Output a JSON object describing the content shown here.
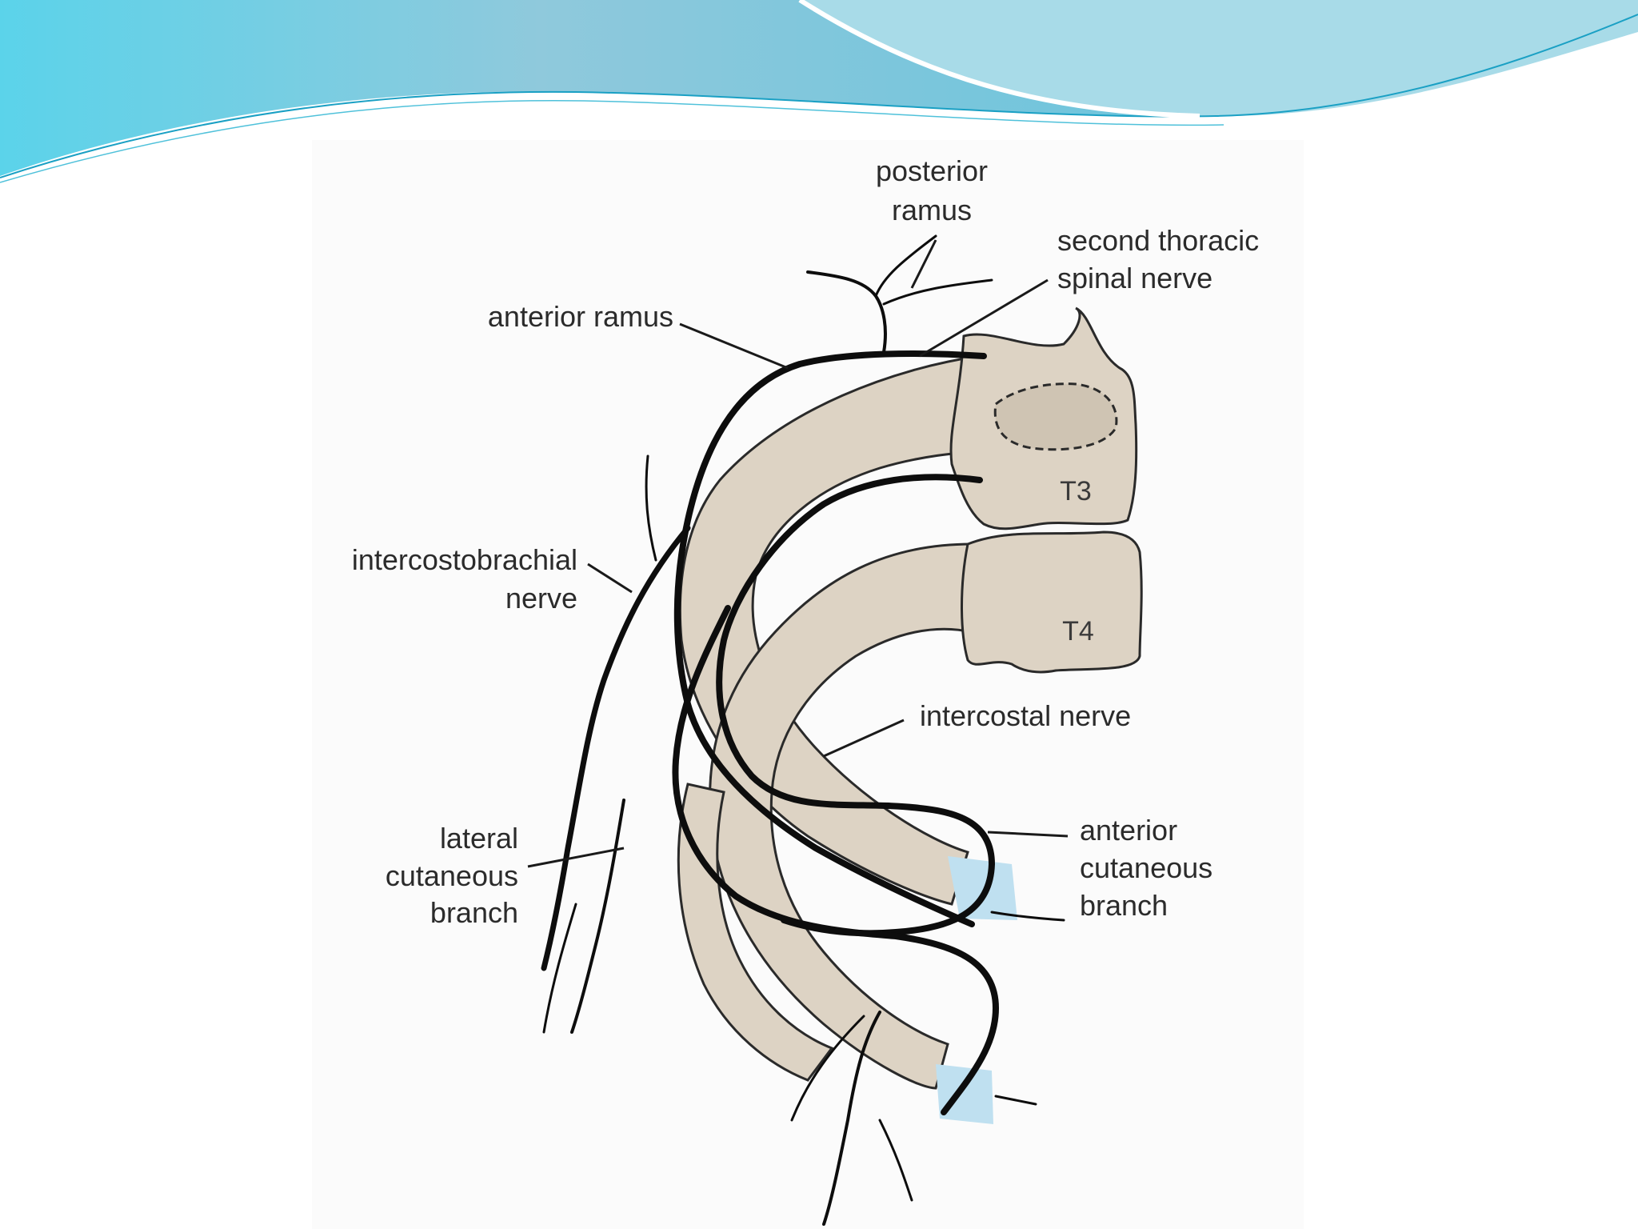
{
  "diagram": {
    "labels": {
      "posterior_ramus": [
        "posterior",
        "ramus"
      ],
      "second_thoracic": [
        "second thoracic",
        "spinal nerve"
      ],
      "anterior_ramus": "anterior ramus",
      "intercostobrachial": [
        "intercostobrachial",
        "nerve"
      ],
      "intercostal_nerve": "intercostal nerve",
      "lateral_cutaneous": [
        "lateral",
        "cutaneous",
        "branch"
      ],
      "anterior_cutaneous": [
        "anterior",
        "cutaneous",
        "branch"
      ],
      "vertebra_t3": "T3",
      "vertebra_t4": "T4"
    },
    "colors": {
      "bone": "#ddd3c4",
      "bone_outline": "#2a2a2a",
      "nerve": "#0d0d0d",
      "cartilage": "#bfe0f0",
      "banner_top": "#7fc6d9",
      "banner_accent": "#5fd0e6"
    }
  }
}
